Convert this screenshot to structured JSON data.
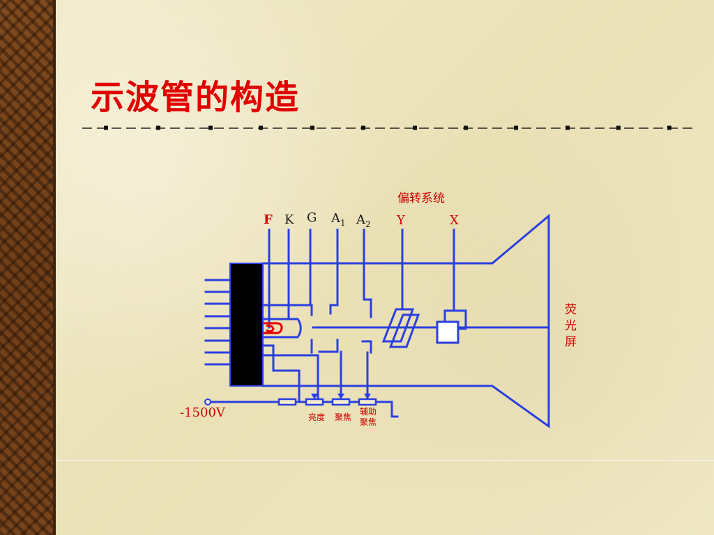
{
  "slide": {
    "title": "示波管的构造"
  },
  "diagram": {
    "labels": {
      "F": "F",
      "K": "K",
      "G": "G",
      "A1_main": "A",
      "A1_sub": "1",
      "A2_main": "A",
      "A2_sub": "2",
      "Y": "Y",
      "X": "X",
      "deflection_system": "偏转系统",
      "screen_chars": [
        "荧",
        "光",
        "屏"
      ],
      "voltage": "-1500V",
      "brightness": "亮度",
      "focus": "聚焦",
      "aux_focus_1": "辅助",
      "aux_focus_2": "聚焦"
    },
    "colors": {
      "wire": "#2a3fe0",
      "label_red": "#cc0000",
      "label_dark": "#1a1a1a",
      "filament": "#e00000",
      "gun_block": "#000000"
    }
  }
}
